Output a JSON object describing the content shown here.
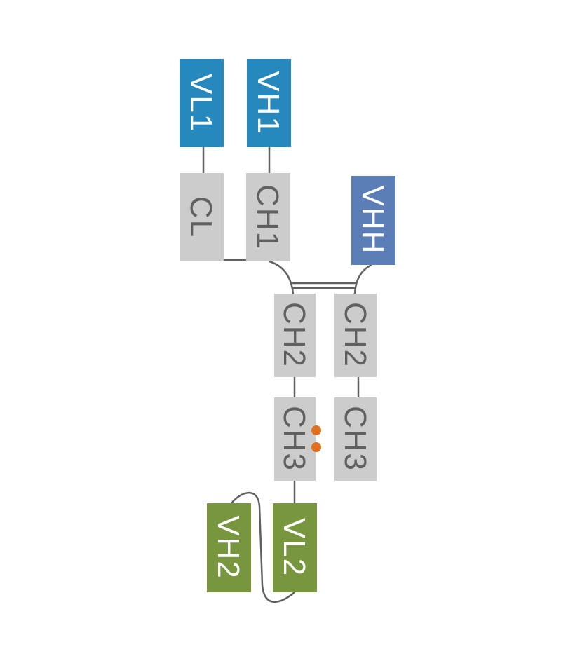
{
  "colors": {
    "variable_blue": "#2788bd",
    "vhh_blue": "#5b7db8",
    "constant_gray": "#cccccc",
    "variable_green": "#77963e",
    "connector": "#606060",
    "knob_orange": "#e07020",
    "text_light": "#ffffff",
    "text_dark": "#606060"
  },
  "domains": {
    "vl1": "VL1",
    "vh1": "VH1",
    "cl": "CL",
    "ch1": "CH1",
    "vhh": "VHH",
    "ch2_left": "CH2",
    "ch2_right": "CH2",
    "ch3_left": "CH3",
    "ch3_right": "CH3",
    "vh2": "VH2",
    "vl2": "VL2"
  }
}
